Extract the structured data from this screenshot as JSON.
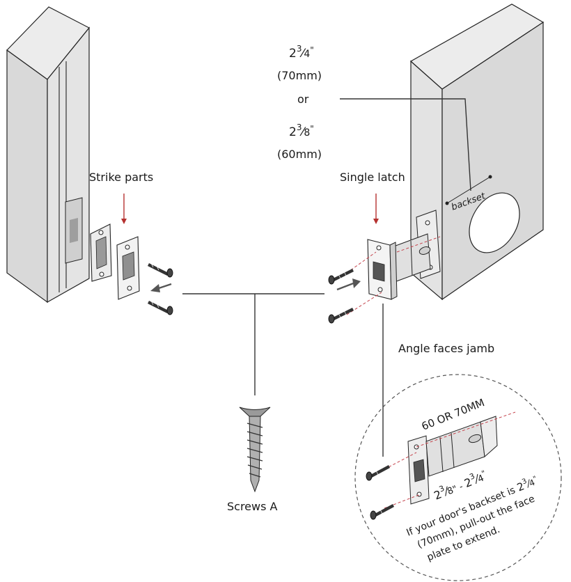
{
  "backset": {
    "whole_a": "2",
    "num_a": "3",
    "den_a": "4",
    "inch_a": "\"",
    "mm_a": "(70mm)",
    "or": "or",
    "whole_b": "2",
    "num_b": "3",
    "den_b": "8",
    "inch_b": "\"",
    "mm_b": "(60mm)",
    "door_label": "backset"
  },
  "labels": {
    "strike_parts": "Strike parts",
    "single_latch": "Single latch",
    "angle_faces_jamb": "Angle faces jamb",
    "screws_a": "Screws A"
  },
  "detail": {
    "length_label": "60 OR 70MM",
    "range_whole_a": "2",
    "range_num_a": "3",
    "range_den_a": "8",
    "range_sep": "\" - ",
    "range_whole_b": "2",
    "range_num_b": "3",
    "range_den_b": "4",
    "range_inch": "\"",
    "note_line1_pre": "If your door's backset is ",
    "note_whole": "2",
    "note_num": "3",
    "note_den": "4",
    "note_inch": "\"",
    "note_line2": "(70mm), pull-out the face",
    "note_line3": "plate to extend."
  },
  "colors": {
    "guide_red": "#b5312f",
    "leader_dark": "#333333",
    "panel_gray": "#d9d9d9"
  }
}
